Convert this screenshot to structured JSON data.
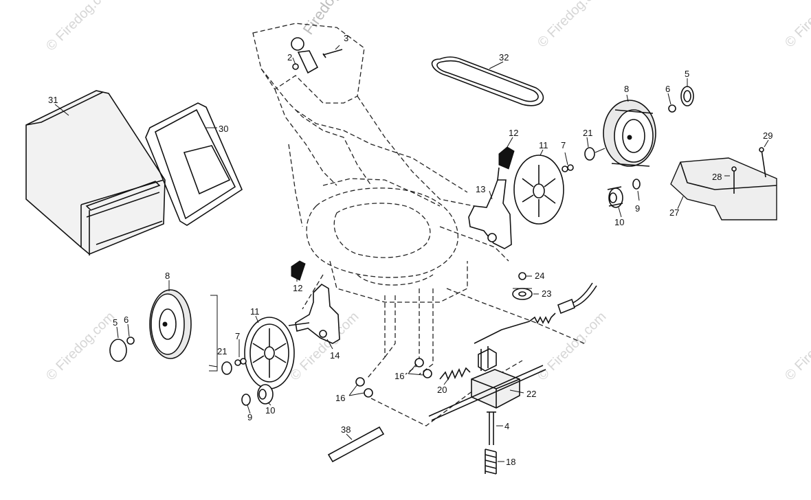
{
  "watermark": {
    "text": "© Firedog.com",
    "top_text": "Firedog"
  },
  "callouts": [
    {
      "id": "c-31",
      "text": "31"
    },
    {
      "id": "c-30",
      "text": "30"
    },
    {
      "id": "c-3",
      "text": "3"
    },
    {
      "id": "c-2",
      "text": "2"
    },
    {
      "id": "c-32",
      "text": "32"
    },
    {
      "id": "c-5r",
      "text": "5"
    },
    {
      "id": "c-8r",
      "text": "8"
    },
    {
      "id": "c-6r",
      "text": "6"
    },
    {
      "id": "c-12r",
      "text": "12"
    },
    {
      "id": "c-11r",
      "text": "11"
    },
    {
      "id": "c-7r",
      "text": "7"
    },
    {
      "id": "c-21r",
      "text": "21"
    },
    {
      "id": "c-29",
      "text": "29"
    },
    {
      "id": "c-28",
      "text": "28"
    },
    {
      "id": "c-27",
      "text": "27"
    },
    {
      "id": "c-13",
      "text": "13"
    },
    {
      "id": "c-9r",
      "text": "9"
    },
    {
      "id": "c-10r",
      "text": "10"
    },
    {
      "id": "c-24",
      "text": "24"
    },
    {
      "id": "c-23",
      "text": "23"
    },
    {
      "id": "c-12l",
      "text": "12"
    },
    {
      "id": "c-8l",
      "text": "8"
    },
    {
      "id": "c-5l",
      "text": "5"
    },
    {
      "id": "c-6l",
      "text": "6"
    },
    {
      "id": "c-11l",
      "text": "11"
    },
    {
      "id": "c-7l",
      "text": "7"
    },
    {
      "id": "c-21l",
      "text": "21"
    },
    {
      "id": "c-14",
      "text": "14"
    },
    {
      "id": "c-9l",
      "text": "9"
    },
    {
      "id": "c-10l",
      "text": "10"
    },
    {
      "id": "c-16a",
      "text": "16"
    },
    {
      "id": "c-16b",
      "text": "16"
    },
    {
      "id": "c-20",
      "text": "20"
    },
    {
      "id": "c-22",
      "text": "22"
    },
    {
      "id": "c-4",
      "text": "4"
    },
    {
      "id": "c-18",
      "text": "18"
    },
    {
      "id": "c-38",
      "text": "38"
    }
  ]
}
